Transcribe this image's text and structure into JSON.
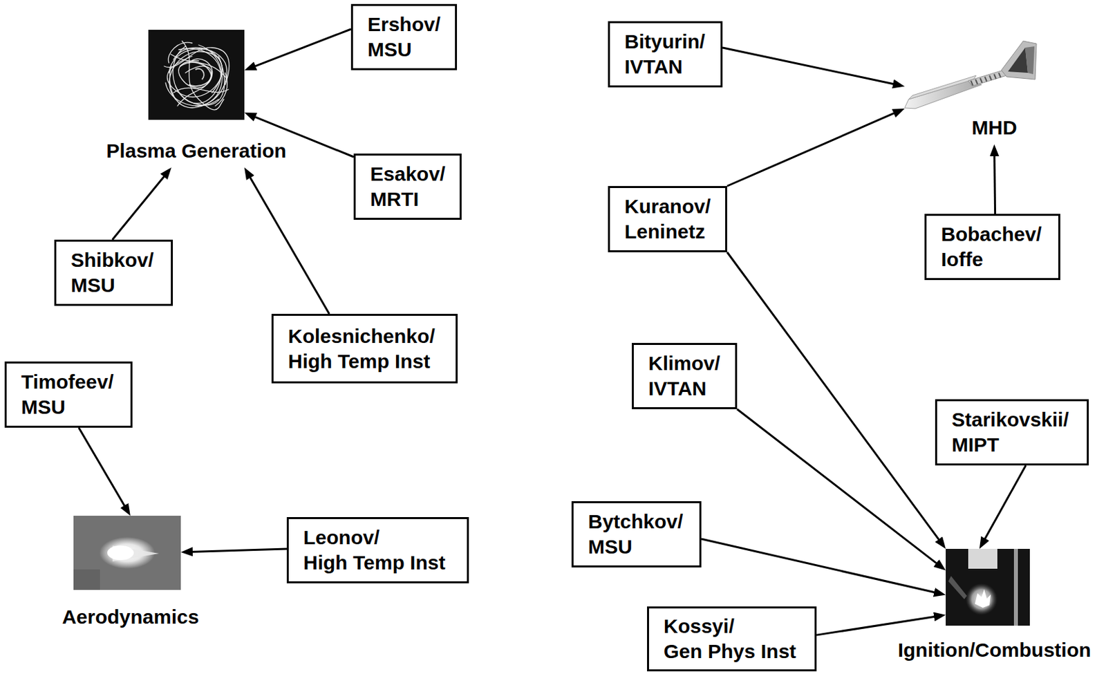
{
  "diagram": {
    "nodes": [
      {
        "text": [
          "Plasma Generation"
        ]
      },
      {
        "text": [
          "Ershov/ MSU"
        ]
      },
      {
        "text": [
          "Esakov/ MRTI"
        ]
      },
      {
        "text": [
          "Shibkov/ MSU"
        ]
      },
      {
        "text": [
          "Kolesnichenko/ High Temp Inst"
        ]
      },
      {
        "text": [
          "Timofeev/ MSU"
        ]
      },
      {
        "text": [
          "Aerodynamics"
        ]
      },
      {
        "text": [
          "Leonov/ High Temp Inst"
        ]
      },
      {
        "text": [
          "Bityurin/ IVTAN"
        ]
      },
      {
        "text": [
          "MHD"
        ]
      },
      {
        "text": [
          "Kuranov/ Leninetz"
        ]
      },
      {
        "text": [
          "Bobachev/ Ioffe"
        ]
      },
      {
        "text": [
          "Klimov/ IVTAN"
        ]
      },
      {
        "text": [
          "Starikovskii/ MIPT"
        ]
      },
      {
        "text": [
          "Bytchkov/ MSU"
        ]
      },
      {
        "text": [
          "Kossyi/ Gen Phys Inst"
        ]
      },
      {
        "text": [
          "Ignition/Combustion"
        ]
      }
    ],
    "edges": [
      {
        "from": 1,
        "to": 0,
        "arrow": "to"
      },
      {
        "from": 2,
        "to": 0,
        "arrow": "to"
      },
      {
        "from": 3,
        "to": 0,
        "arrow": "to"
      },
      {
        "from": 4,
        "to": 0,
        "arrow": "to"
      },
      {
        "from": 5,
        "to": 6,
        "arrow": "to"
      },
      {
        "from": 7,
        "to": 6,
        "arrow": "to"
      },
      {
        "from": 8,
        "to": 9,
        "arrow": "to"
      },
      {
        "from": 10,
        "to": 9,
        "arrow": "to"
      },
      {
        "from": 11,
        "to": 9,
        "arrow": "to"
      },
      {
        "from": 10,
        "to": 16,
        "arrow": "to"
      },
      {
        "from": 12,
        "to": 16,
        "arrow": "to"
      },
      {
        "from": 13,
        "to": 16,
        "arrow": "to"
      },
      {
        "from": 14,
        "to": 16,
        "arrow": "to"
      },
      {
        "from": 15,
        "to": 16,
        "arrow": "to"
      }
    ]
  }
}
